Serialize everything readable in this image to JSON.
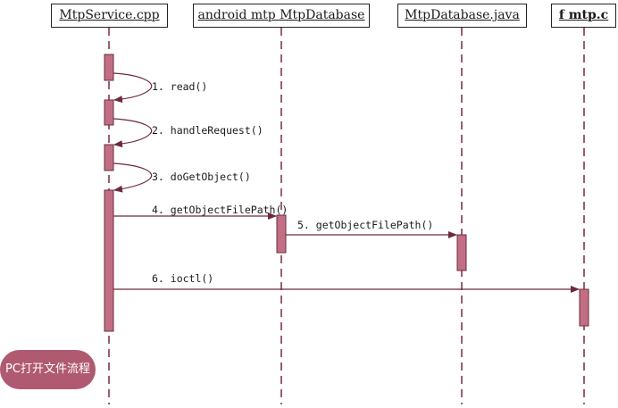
{
  "diagram": {
    "lifelines": [
      {
        "name": "MtpService.cpp"
      },
      {
        "name": "android mtp MtpDatabase"
      },
      {
        "name": "MtpDatabase.java"
      },
      {
        "name": "f mtp.c"
      }
    ],
    "messages": [
      {
        "label": "1.  read()",
        "from": 0,
        "to": 0,
        "type": "self"
      },
      {
        "label": "2.  handleRequest()",
        "from": 0,
        "to": 0,
        "type": "self"
      },
      {
        "label": "3.  doGetObject()",
        "from": 0,
        "to": 0,
        "type": "self"
      },
      {
        "label": "4.  getObjectFilePath()",
        "from": 0,
        "to": 1,
        "type": "call"
      },
      {
        "label": "5.  getObjectFilePath()",
        "from": 1,
        "to": 2,
        "type": "call"
      },
      {
        "label": "6.  ioctl()",
        "from": 0,
        "to": 3,
        "type": "call"
      }
    ],
    "note": "PC打开文件流程",
    "colors": {
      "activation_fill": "#c26f85",
      "activation_stroke": "#6a2c3c",
      "lifeline": "#7a2a3a",
      "arrow": "#6d2a3b",
      "note_fill": "#b05a72"
    }
  }
}
